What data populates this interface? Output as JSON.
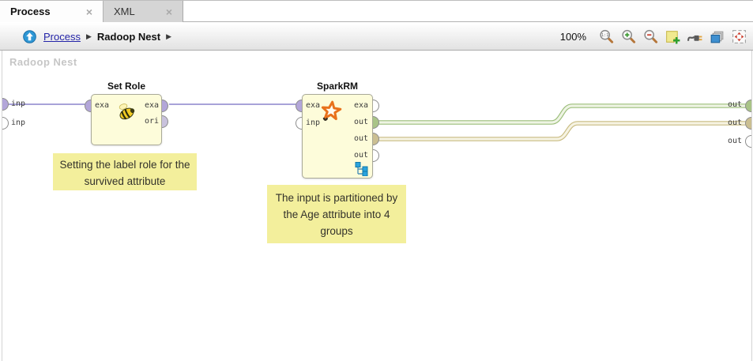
{
  "window": {
    "tabs": [
      {
        "label": "Process",
        "close": "×",
        "active": true
      },
      {
        "label": "XML",
        "close": "×",
        "active": false
      }
    ]
  },
  "breadcrumb": {
    "up_icon": "up-arrow",
    "separator": "▶",
    "items": [
      {
        "label": "Process",
        "type": "link"
      },
      {
        "label": "Radoop Nest",
        "type": "current"
      }
    ]
  },
  "toolbar": {
    "zoom_level": "100%",
    "icons": [
      "zoom-actual-size",
      "zoom-in",
      "zoom-out",
      "add-note",
      "auto-wire",
      "show-panels",
      "fit-to-frame"
    ]
  },
  "canvas": {
    "label": "Radoop Nest",
    "process_inputs": [
      {
        "label": "inp",
        "connected": true
      },
      {
        "label": "inp",
        "connected": false
      }
    ],
    "process_outputs": [
      {
        "label": "out",
        "connected": true
      },
      {
        "label": "out",
        "connected": true
      },
      {
        "label": "out",
        "connected": false
      }
    ],
    "operators": [
      {
        "title": "Set Role",
        "icon": "bee-icon",
        "left_ports": [
          {
            "label": "exa",
            "connected": true
          }
        ],
        "right_ports": [
          {
            "label": "exa",
            "connected": true
          },
          {
            "label": "ori",
            "connected": false
          }
        ]
      },
      {
        "title": "SparkRM",
        "icon": "star-icon",
        "has_subprocess": true,
        "left_ports": [
          {
            "label": "exa",
            "connected": true
          },
          {
            "label": "inp",
            "connected": false
          }
        ],
        "right_ports": [
          {
            "label": "exa",
            "connected": false
          },
          {
            "label": "out",
            "connected": true
          },
          {
            "label": "out",
            "connected": true
          },
          {
            "label": "out",
            "connected": false
          }
        ]
      }
    ],
    "notes": [
      {
        "text": "Setting the label role for the survived attribute"
      },
      {
        "text": "The input is partitioned by the Age attribute into 4 groups"
      }
    ]
  },
  "colors": {
    "connection_purple": "#a8a2d8",
    "connection_green": "#9cbe7a",
    "connection_green_inner": "#eef4e4",
    "connection_tan": "#c9bc82",
    "connection_tan_inner": "#f6f3e2",
    "port_purple": "#b3a6d9",
    "port_green": "#a9c487",
    "port_tan": "#cbbf92",
    "operator_fill": "#fdfcda",
    "note_fill": "#f3ef9c",
    "accent_blue": "#2e97d5"
  }
}
